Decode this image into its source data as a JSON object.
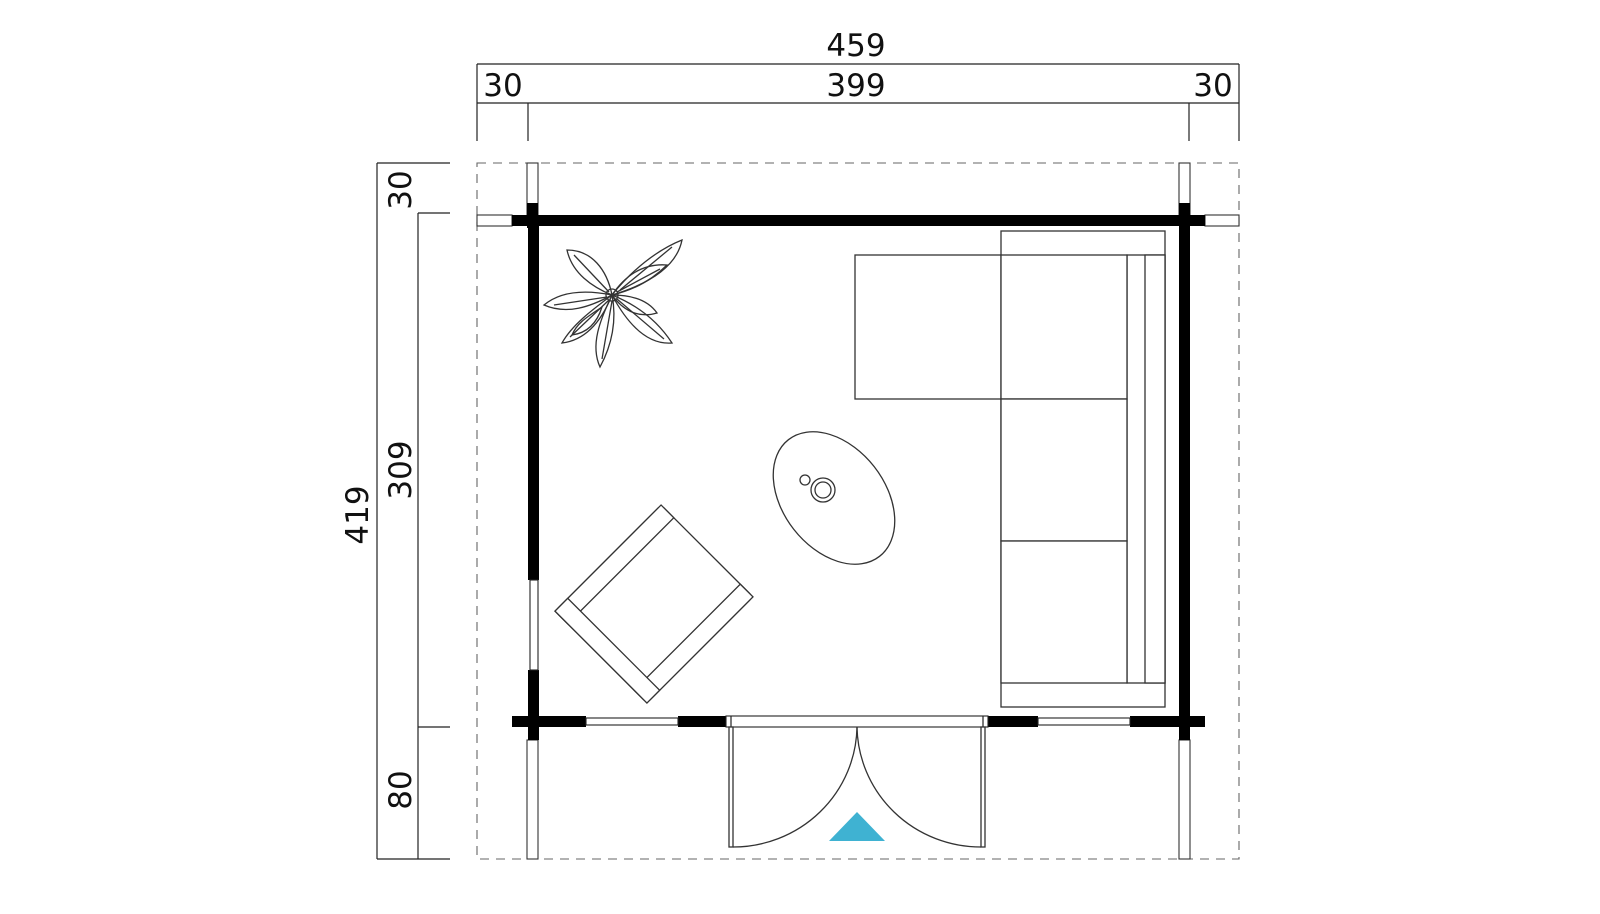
{
  "dimensions": {
    "total_width": "459",
    "overhang_left": "30",
    "inner_width": "399",
    "overhang_right": "30",
    "total_depth": "419",
    "overhang_back": "30",
    "inner_depth": "309",
    "canopy_depth": "80"
  },
  "colors": {
    "wall": "#000000",
    "line": "#222222",
    "entrance_marker": "#3fb2d2"
  },
  "icons": {
    "plant": "plant-icon",
    "entrance": "entrance-arrow-icon"
  }
}
